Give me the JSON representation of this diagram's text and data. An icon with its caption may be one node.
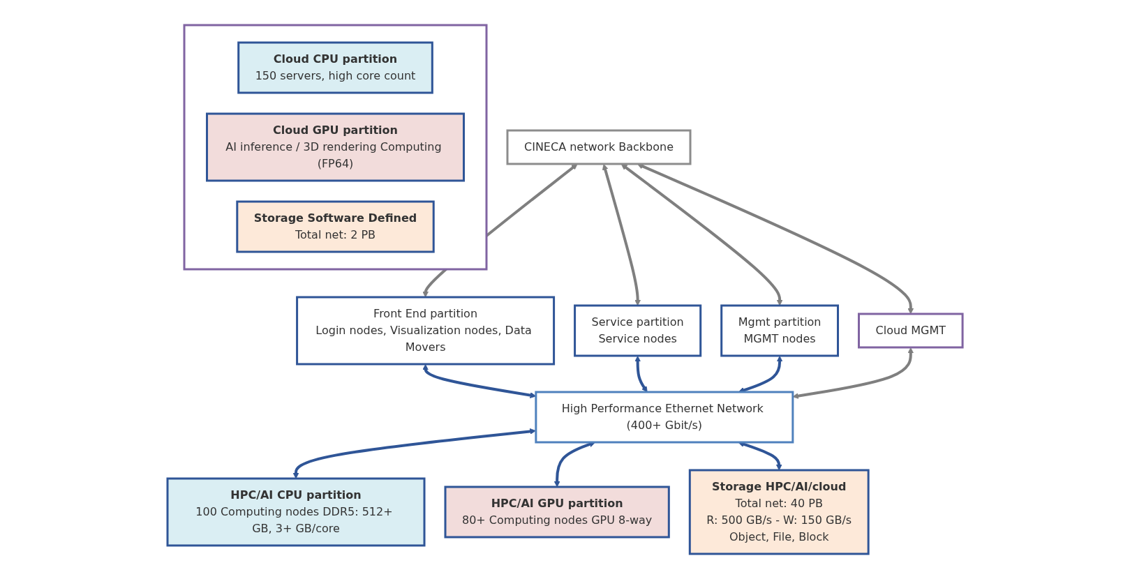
{
  "diagram": {
    "nodes": [
      {
        "text": [
          "CINECA network Backbone"
        ]
      },
      {
        "text": [
          "Front End partition",
          "Login nodes, Visualization nodes, Data Movers"
        ]
      },
      {
        "text": [
          "Service partition",
          "Service nodes"
        ]
      },
      {
        "text": [
          "Mgmt partition",
          "MGMT nodes"
        ]
      },
      {
        "text": [
          "Cloud MGMT"
        ]
      },
      {
        "text": [
          "High Performance Ethernet Network (400+ Gbit/s)"
        ]
      },
      {
        "text": [
          "HPC/AI CPU partition",
          "100 Computing nodes DDR5: 512+ GB, 3+ GB/core"
        ]
      },
      {
        "text": [
          "HPC/AI GPU partition",
          "80+ Computing nodes GPU 8-way"
        ]
      },
      {
        "text": [
          "Storage HPC/AI/cloud",
          "Total net: 40 PB",
          "R: 500 GB/s - W: 150 GB/s",
          "Object, File, Block"
        ]
      },
      {
        "text": [],
        "shape": "box"
      },
      {
        "text": [
          "Cloud CPU partition",
          "150 servers, high core count"
        ],
        "in": 9
      },
      {
        "text": [
          "Cloud GPU partition",
          "AI inference / 3D rendering Computing (FP64)"
        ],
        "in": 9
      },
      {
        "text": [
          "Storage Software Defined",
          "Total net: 2 PB"
        ],
        "in": 9
      }
    ],
    "edges": [
      {
        "from": 0,
        "to": 1,
        "arrow": "both",
        "color": "#7f7f7f"
      },
      {
        "from": 0,
        "to": 2,
        "arrow": "both",
        "color": "#7f7f7f"
      },
      {
        "from": 0,
        "to": 3,
        "arrow": "both",
        "color": "#7f7f7f"
      },
      {
        "from": 0,
        "to": 4,
        "arrow": "both",
        "color": "#7f7f7f"
      },
      {
        "from": 1,
        "to": 5,
        "arrow": "both"
      },
      {
        "from": 2,
        "to": 5,
        "arrow": "both"
      },
      {
        "from": 3,
        "to": 5,
        "arrow": "both"
      },
      {
        "from": 4,
        "to": 5,
        "arrow": "both",
        "color": "#7f7f7f"
      },
      {
        "from": 5,
        "to": 6,
        "arrow": "both"
      },
      {
        "from": 5,
        "to": 7,
        "arrow": "both"
      },
      {
        "from": 5,
        "to": 8,
        "arrow": "both"
      }
    ]
  }
}
